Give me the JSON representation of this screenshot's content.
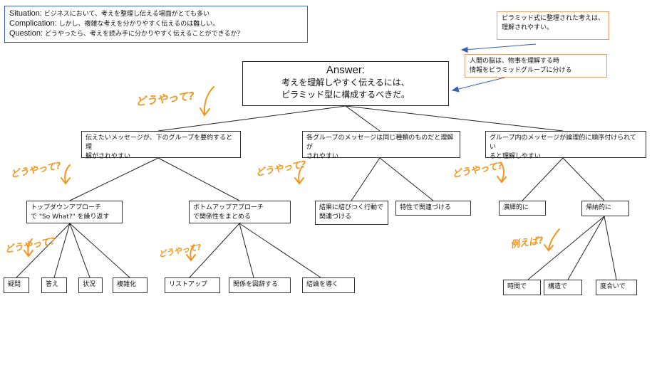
{
  "scq": {
    "situation_label": "Situation:",
    "situation_text": " ビジネスにおいて、考えを整理し伝える場面がとても多い",
    "complication_label": "Complication:",
    "complication_text": " しかし、複雑な考えを分かりやすく伝えるのは難しい。",
    "question_label": "Question:",
    "question_text": " どうやったら、考えを読み手に分かりやすく伝えることができるか？"
  },
  "notes": {
    "pyramid_line1": "ピラミッド式に整理された考えは、",
    "pyramid_line2": "理解されやすい。",
    "brain_line1": "人間の脳は、物事を理解する時",
    "brain_line2": "情報をピラミッドグループに分ける"
  },
  "answer": {
    "title": "Answer:",
    "line1": "考えを理解しやすく伝えるには、",
    "line2": "ピラミッド型に構成するべきだ。"
  },
  "level1": {
    "summary_line1": "伝えたいメッセージが、下のグループを要約すると理",
    "summary_line2": "解がされやすい",
    "same_type_line1": "各グループのメッセージは同じ種類のものだと理解が",
    "same_type_line2": "されやすい",
    "logical_line1": "グループ内のメッセージが論理的に順序付けられてい",
    "logical_line2": "ると理解しやすい"
  },
  "level2": {
    "topdown_line1": "トップダウンアプローチ",
    "topdown_line2": "で \"So What?\" を繰り返す",
    "bottomup_line1": "ボトムアップアプローチ",
    "bottomup_line2": "で関係性をまとめる",
    "result_line1": "結果に結びつく行動で",
    "result_line2": "関連づける",
    "trait": "特性で関連づける",
    "deductive": "演繹的に",
    "inductive": "帰納的に"
  },
  "level3": {
    "question": "疑問",
    "answer": "答え",
    "situation": "状況",
    "complicate": "複雑化",
    "listup": "リストアップ",
    "diagram": "関係を図辞する",
    "conclude": "結論を導く",
    "time": "時間で",
    "structure": "構造で",
    "degree": "度合いで"
  },
  "handwritten": {
    "how": "どうやって?",
    "example": "例えば?"
  },
  "colors": {
    "accent_orange": "#f0961e",
    "scq_border": "#3a5fb0",
    "note_border": "#e8a070",
    "arrow_blue": "#3a5fb0"
  }
}
